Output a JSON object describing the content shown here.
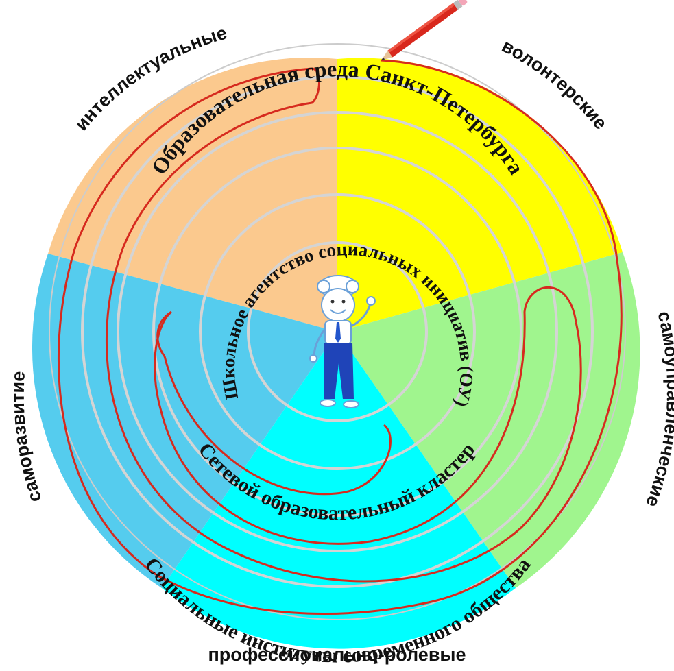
{
  "sectors": [
    {
      "id": "intellectual",
      "label": "интеллектуальные",
      "color": "#fbc98e"
    },
    {
      "id": "volunteer",
      "label": "волонтерские",
      "color": "#ffff00"
    },
    {
      "id": "selfgov",
      "label": "самоуправленческие",
      "color": "#a0f58e"
    },
    {
      "id": "professional",
      "label": "профессионально-ролевые",
      "color": "#00ffff"
    },
    {
      "id": "selfdev",
      "label": "саморазвитие",
      "color": "#55ccee"
    }
  ],
  "rings": [
    {
      "id": "ring-education",
      "label": "Образовательная среда Санкт-Петербурга"
    },
    {
      "id": "ring-agency",
      "label": "Школьное агентство социальных инициатив (ОУ)"
    },
    {
      "id": "ring-cluster",
      "label": "Сетевой образовательный кластер"
    },
    {
      "id": "ring-institutes",
      "label": "Социальные институты современного общества"
    }
  ],
  "colors": {
    "path": "#d62a1e",
    "rings": "#d4d4d4",
    "pencil": "#d8281d"
  },
  "icons": {
    "character": "boy-character-icon",
    "pencil": "pencil-icon"
  }
}
